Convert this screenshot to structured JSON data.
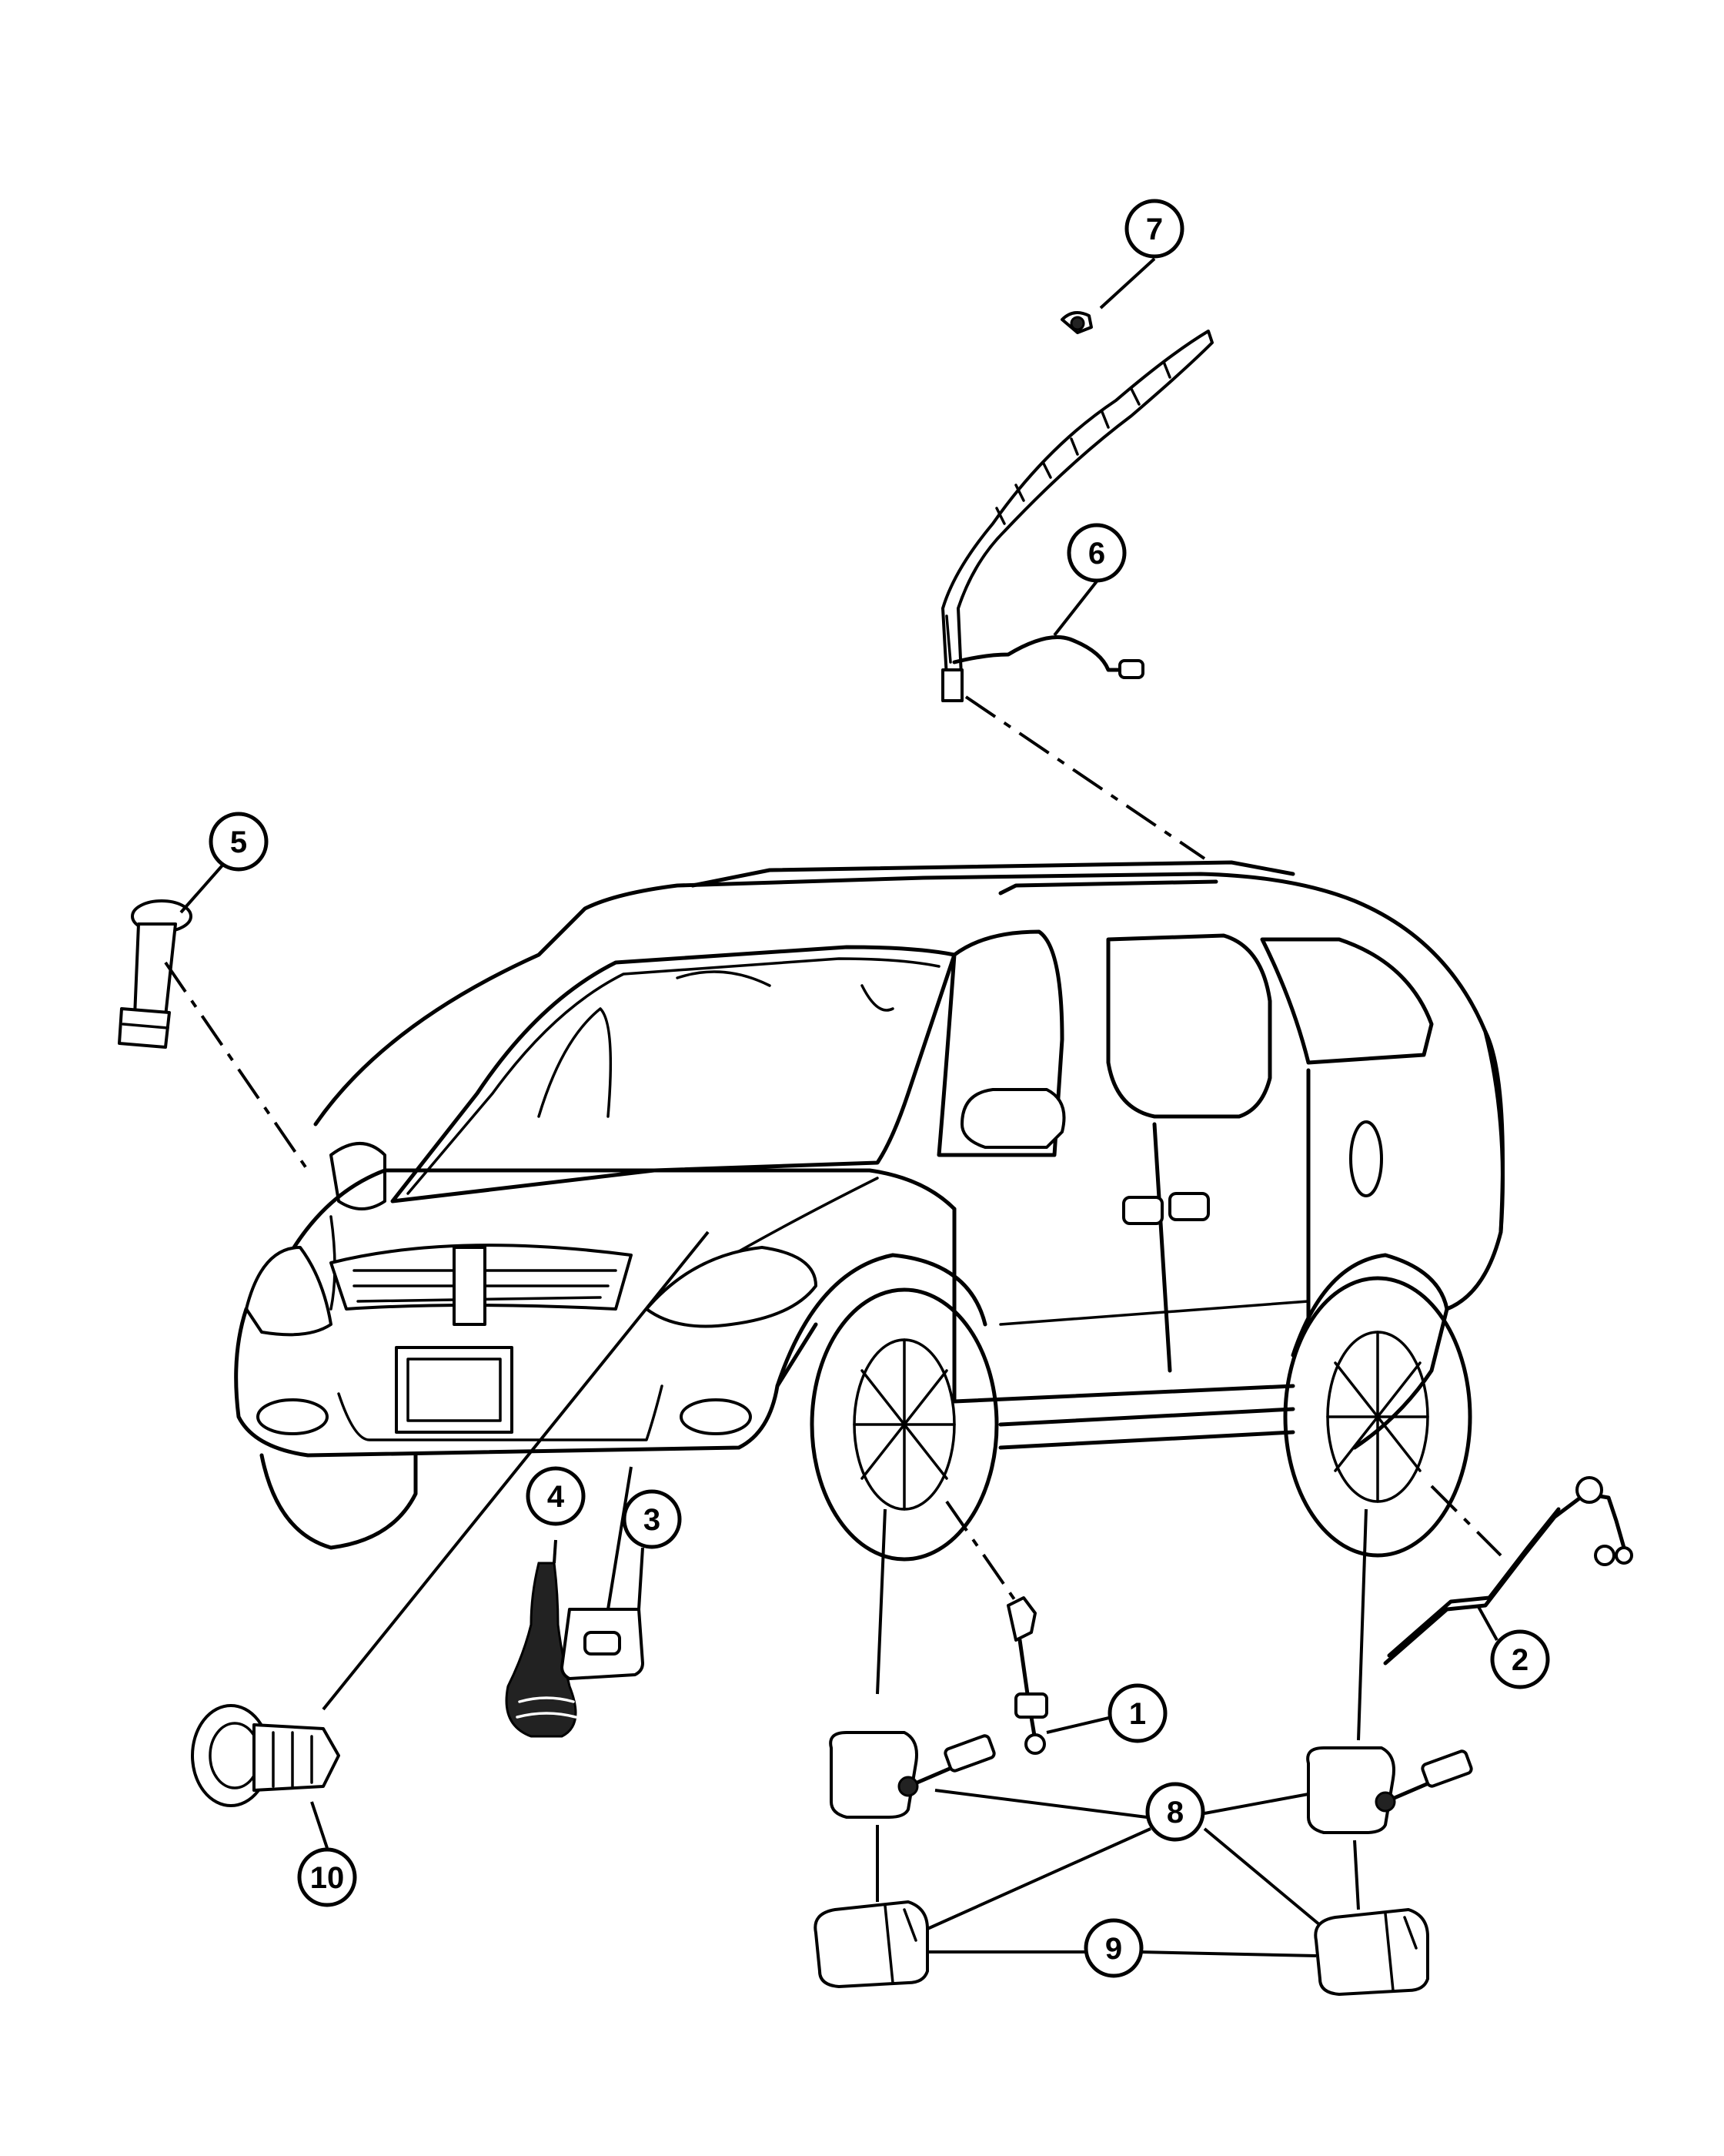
{
  "callouts": [
    {
      "id": "c1",
      "number": "1"
    },
    {
      "id": "c2",
      "number": "2"
    },
    {
      "id": "c3",
      "number": "3"
    },
    {
      "id": "c4",
      "number": "4"
    },
    {
      "id": "c5",
      "number": "5"
    },
    {
      "id": "c6",
      "number": "6"
    },
    {
      "id": "c7",
      "number": "7"
    },
    {
      "id": "c8",
      "number": "8"
    },
    {
      "id": "c9",
      "number": "9"
    },
    {
      "id": "c10",
      "number": "10"
    }
  ],
  "colors": {
    "line": "#000000",
    "background": "#ffffff"
  }
}
